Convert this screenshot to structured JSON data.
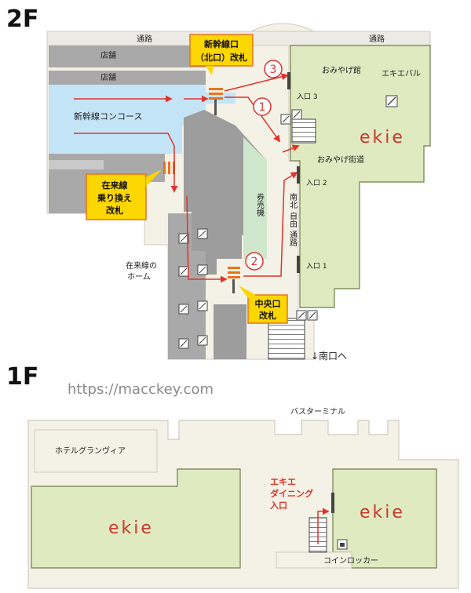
{
  "floors": {
    "upper": "2F",
    "lower": "1F"
  },
  "watermark": "https://macckey.com",
  "f2": {
    "passage_left": "通路",
    "passage_right": "通路",
    "shop_1": "店舗",
    "shop_2": "店舗",
    "shinkansen_concourse": "新幹線コンコース",
    "zairaisen_home_line1": "在来線の",
    "zairaisen_home_line2": "ホーム",
    "ticket_machine": "券売機",
    "nanboku_line1": "南北",
    "nanboku_line2": "自由",
    "nanboku_line3": "通路",
    "omiyage_kan": "おみやげ館",
    "ekie_bar": "エキエバル",
    "omiyage_kaido": "おみやげ街道",
    "entrance_3": "入口 3",
    "entrance_2": "入口 2",
    "entrance_1": "入口 1",
    "ekie_logo": "ekie",
    "to_south_exit": "↓南口へ",
    "callout_north_line1": "新幹線口",
    "callout_north_line2": "（北口）改札",
    "callout_transfer_line1": "在来線",
    "callout_transfer_line2": "乗り換え",
    "callout_transfer_line3": "改札",
    "callout_central_line1": "中央口",
    "callout_central_line2": "改札",
    "route_1": "1",
    "route_2": "2",
    "route_3": "3"
  },
  "f1": {
    "bus_terminal": "バスターミナル",
    "hotel": "ホテルグランヴィア",
    "ekie_logo_left": "ekie",
    "ekie_logo_right": "ekie",
    "dining_line1": "エキエ",
    "dining_line2": "ダイニング",
    "dining_line3": "入口",
    "coin_locker": "コインロッカー"
  },
  "colors": {
    "concourse_blue": "#c4e4f7",
    "building_gray": "#9d9d9d",
    "shop_gray": "#a9a9a9",
    "ekie_green": "#dfeac0",
    "ekie_border": "#6f7e4a",
    "floor_beige": "#f4f1e6",
    "outline_gray": "#cfcac0",
    "ticket_green": "#cfe8cd",
    "callout_yellow": "#fcd600",
    "route_red": "#e0332a",
    "gate_orange": "#e8731c",
    "logo_red": "#c8382e"
  }
}
